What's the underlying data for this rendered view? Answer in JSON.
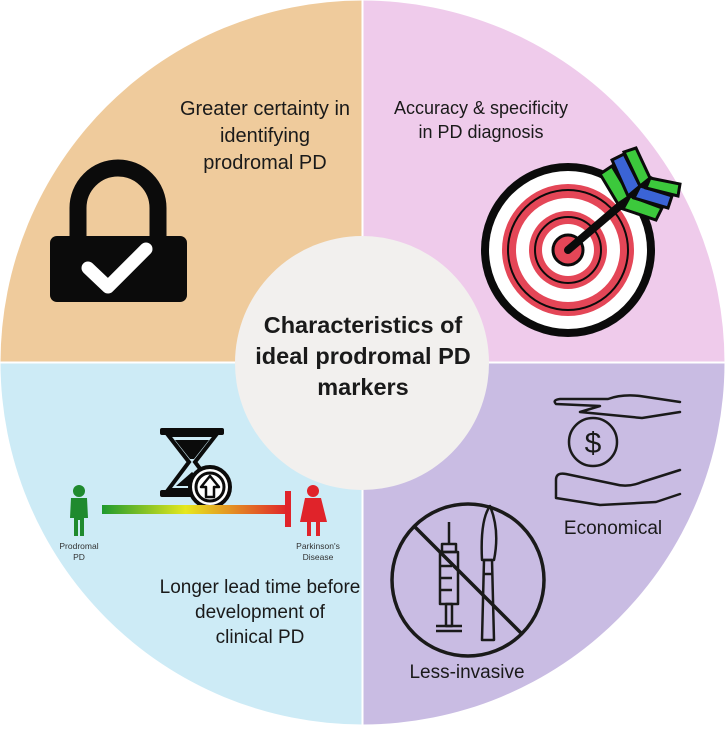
{
  "center": {
    "line1": "Characteristics of",
    "line2": "ideal prodromal PD",
    "line3": "markers"
  },
  "quadrants": {
    "certainty": {
      "line1": "Greater certainty in",
      "line2": "identifying",
      "line3": "prodromal PD",
      "color": "#efcb9c",
      "icon": "padlock-check-icon"
    },
    "accuracy": {
      "line1": "Accuracy & specificity",
      "line2": "in PD diagnosis",
      "color": "#efcbeb",
      "icon": "target-arrow-icon"
    },
    "lead_time": {
      "line1": "Longer lead time before",
      "line2": "development of",
      "line3": "clinical PD",
      "color": "#cdebf6",
      "icon": "hourglass-icon"
    },
    "economical": {
      "label": "Economical",
      "color": "#c9bce3",
      "icon": "hands-dollar-icon"
    },
    "invasive": {
      "label": "Less-invasive",
      "icon": "no-syringe-scalpel-icon"
    }
  },
  "timeline": {
    "start_line1": "Prodromal",
    "start_line2": "PD",
    "end_line1": "Parkinson's",
    "end_line2": "Disease"
  },
  "dollar_symbol": "$"
}
